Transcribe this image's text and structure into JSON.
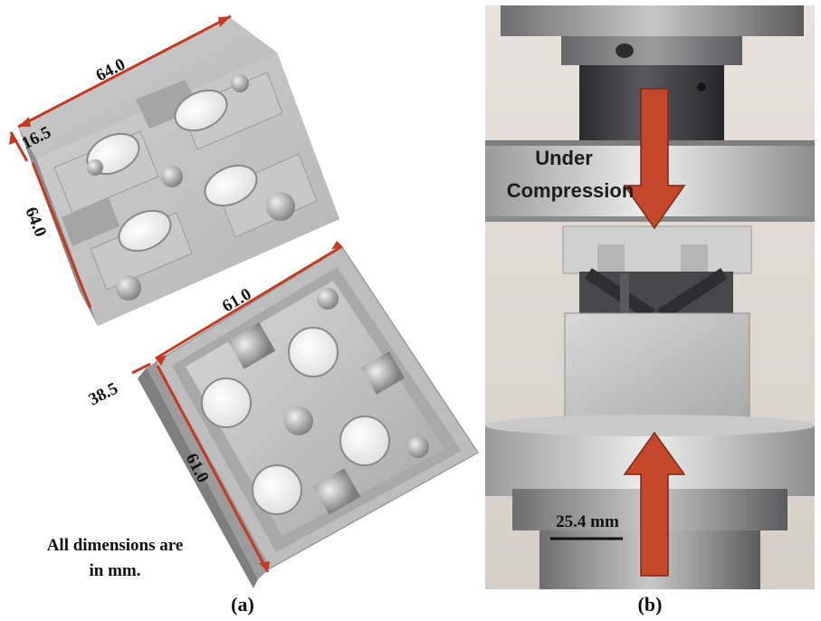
{
  "panel_a": {
    "label": "(a)",
    "top_part": {
      "dim_width": "64.0",
      "dim_height": "64.0",
      "dim_depth": "16.5"
    },
    "bottom_part": {
      "dim_width": "61.0",
      "dim_height": "61.0",
      "dim_depth": "38.5"
    },
    "note_line1": "All dimensions are",
    "note_line2": "in mm."
  },
  "panel_b": {
    "label": "(b)",
    "caption_line1": "Under",
    "caption_line2": "Compression",
    "scale_bar_label": "25.4 mm",
    "arrow_color": "#c4472c"
  },
  "colors": {
    "dimension_line": "#c23b22",
    "part_gray": "#b9b9b9",
    "steel_dark": "#3c3c3e"
  }
}
